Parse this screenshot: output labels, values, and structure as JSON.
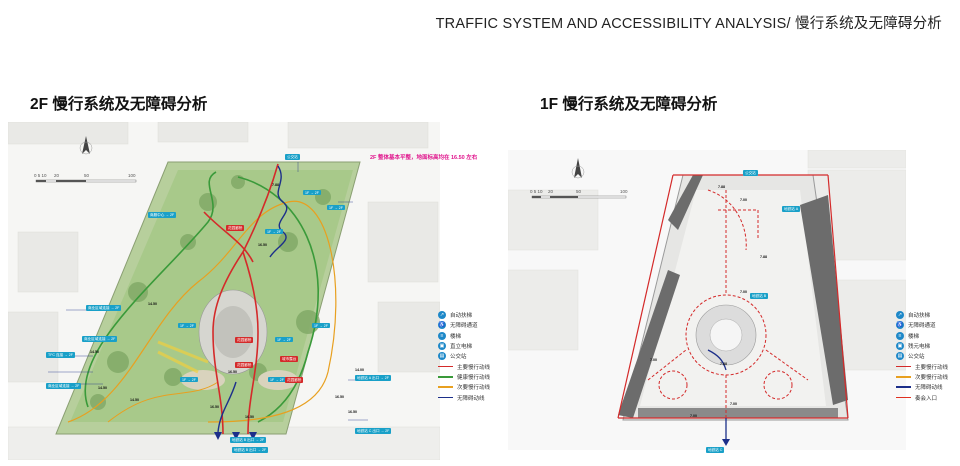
{
  "header": "TRAFFIC SYSTEM AND ACCESSIBILITY ANALYSIS/ 慢行系统及无障碍分析",
  "plan_2f": {
    "title": "2F 慢行系统及无障碍分析",
    "note": "2F 整体基本平整，地面标高均在 16.50 左右",
    "scale_ticks": [
      "0 5 10",
      "20",
      "50",
      "100"
    ],
    "elevations": [
      "7.88",
      "14.50",
      "14.50",
      "14.50",
      "14.50",
      "16.50",
      "16.50",
      "16.50",
      "16.50",
      "16.50",
      "16.50",
      "14.00"
    ],
    "tags": [
      "公交站",
      "商服中心 → 2F",
      "1F → 2F",
      "1F → 2F",
      "1F → 2F",
      "1F → 2F",
      "1F → 2F",
      "1F → 2F",
      "1F → 2F",
      "1F → 2F",
      "花园廊桥",
      "花园廊桥",
      "花园廊桥",
      "城市露台",
      "花园廊桥",
      "商业区域连接 → 2F",
      "商业区域连接 → 2F",
      "TFC 连接 → 2F",
      "商业区域连接 → 2F",
      "地铁站 B 出口 → 2F",
      "地铁站 B 出口 → 2F",
      "地铁站 A 出口 → 2F",
      "地铁站 C 出口 → 2F"
    ],
    "legend": {
      "icons": [
        {
          "icon": "escalator-icon",
          "label": "自动扶梯"
        },
        {
          "icon": "wheelchair-icon",
          "label": "无障碍通道"
        },
        {
          "icon": "stairs-icon",
          "label": "楼梯"
        },
        {
          "icon": "elevator-icon",
          "label": "直立电梯"
        },
        {
          "icon": "bus-icon",
          "label": "公交站"
        }
      ],
      "lines": [
        {
          "label": "主要慢行动线",
          "color": "#d42a2a"
        },
        {
          "label": "健康慢行动线",
          "color": "#3a9a3a"
        },
        {
          "label": "次要慢行动线",
          "color": "#e8a020"
        },
        {
          "label": "无障碍动线",
          "color": "#1c2f8a"
        }
      ]
    }
  },
  "plan_1f": {
    "title": "1F 慢行系统及无障碍分析",
    "scale_ticks": [
      "0 5 10",
      "20",
      "50",
      "100"
    ],
    "elevations": [
      "7.88",
      "7.00",
      "7.88",
      "7.00",
      "7.00",
      "7.88",
      "7.00",
      "7.00"
    ],
    "tags": [
      "公交站",
      "地铁站 A",
      "地铁站 B",
      "地铁站 C"
    ],
    "legend": {
      "icons": [
        {
          "icon": "escalator-icon",
          "label": "自动扶梯"
        },
        {
          "icon": "wheelchair-icon",
          "label": "无障碍通道"
        },
        {
          "icon": "stairs-icon",
          "label": "楼梯"
        },
        {
          "icon": "elevator-icon",
          "label": "残元电梯"
        },
        {
          "icon": "bus-icon",
          "label": "公交站"
        }
      ],
      "lines": [
        {
          "label": "主要慢行动线",
          "color": "#d42a2a"
        },
        {
          "label": "次要慢行动线",
          "color": "#e8a020"
        },
        {
          "label": "无障碍动线",
          "color": "#1c2f8a"
        },
        {
          "label": "奏会入口",
          "color": "#e03020"
        }
      ]
    }
  }
}
